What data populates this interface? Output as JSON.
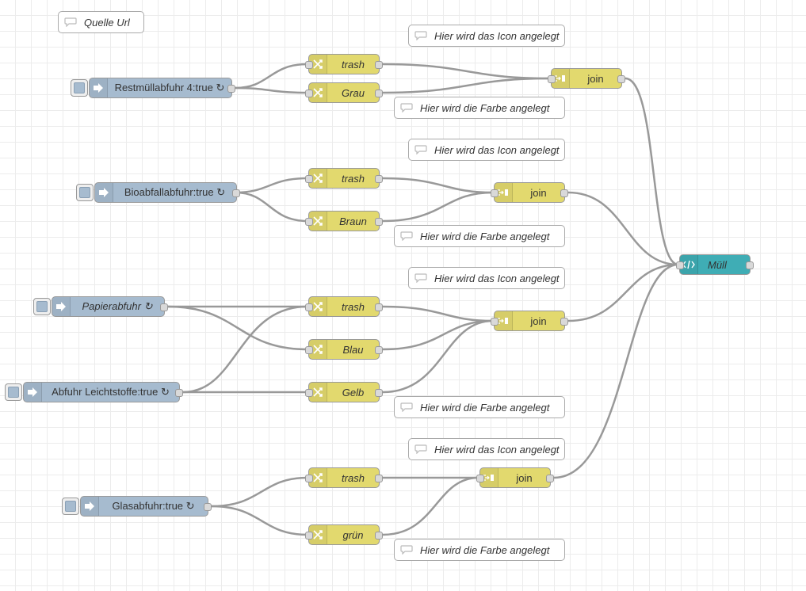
{
  "comments": {
    "source": "Quelle Url",
    "icon": "Hier wird das Icon angelegt",
    "color": "Hier wird die Farbe angelegt"
  },
  "injects": {
    "rest": "Restmüllabfuhr 4:true ↻",
    "bio": "Bioabfallabfuhr:true ↻",
    "papier": "Papierabfuhr ↻",
    "leicht": "Abfuhr Leichtstoffe:true ↻",
    "glas": "Glasabfuhr:true ↻"
  },
  "changes": {
    "trash": "trash",
    "grau": "Grau",
    "braun": "Braun",
    "blau": "Blau",
    "gelb": "Gelb",
    "gruen": "grün"
  },
  "join_label": "join",
  "function_label": "Müll",
  "icons": {
    "inject": "arrow-right-icon",
    "change": "shuffle-icon",
    "join": "join-icon",
    "function": "code-icon",
    "comment": "speech-bubble-icon"
  },
  "colors": {
    "inject": "#a6bbcf",
    "change": "#e2d96e",
    "join": "#e2d96e",
    "function": "#3fadb5",
    "wire": "#999999"
  }
}
